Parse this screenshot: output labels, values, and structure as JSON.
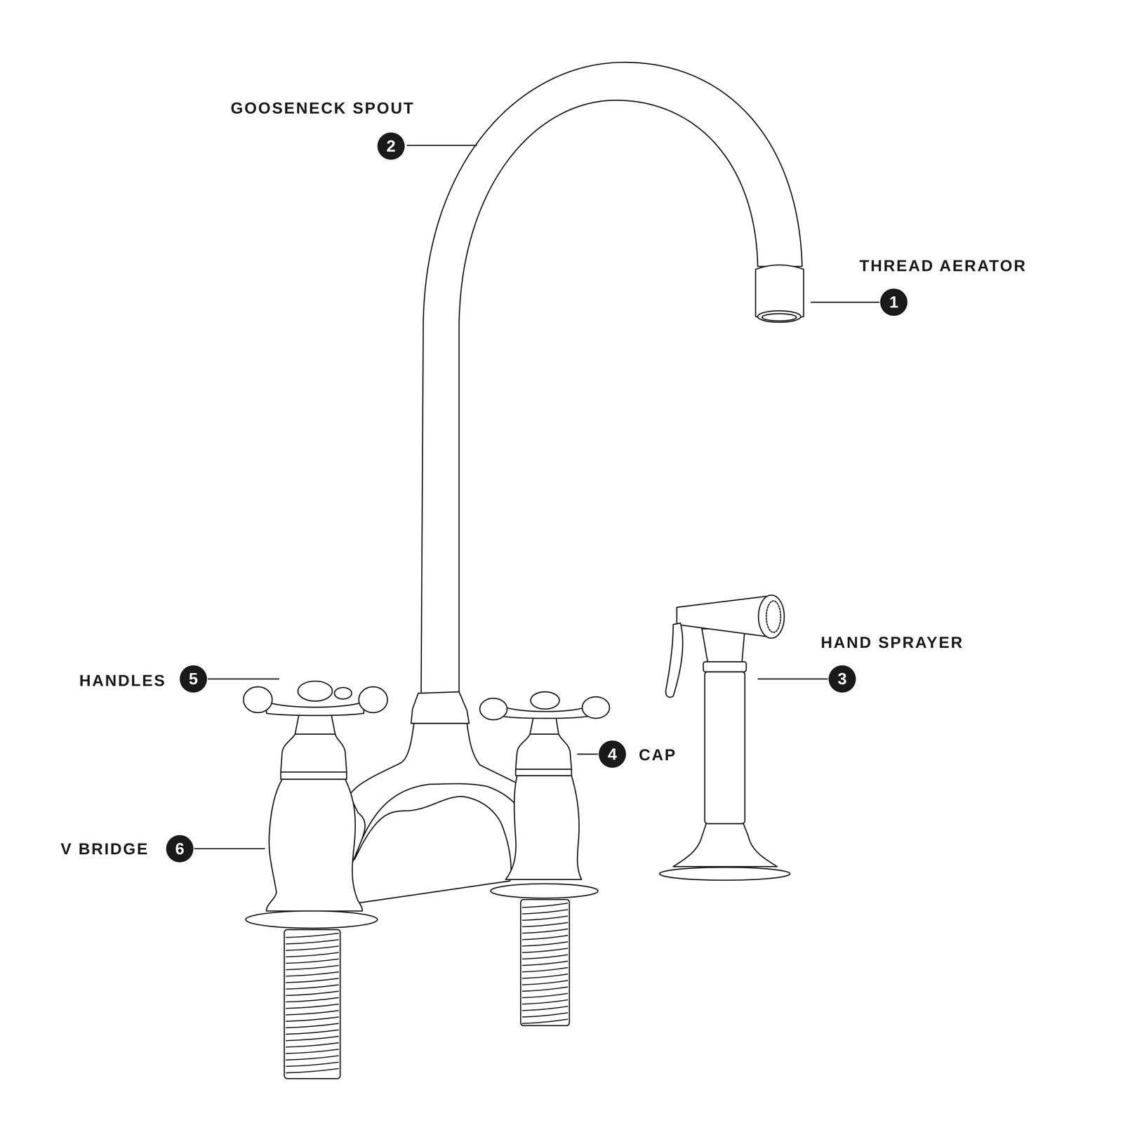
{
  "diagram": {
    "labels": [
      "GOOSENECK SPOUT",
      "2",
      "THREAD AERATOR",
      "1",
      "HAND SPRAYER",
      "HANDLES",
      "5",
      "3",
      "4",
      "CAP",
      "V BRIDGE",
      "6"
    ]
  }
}
